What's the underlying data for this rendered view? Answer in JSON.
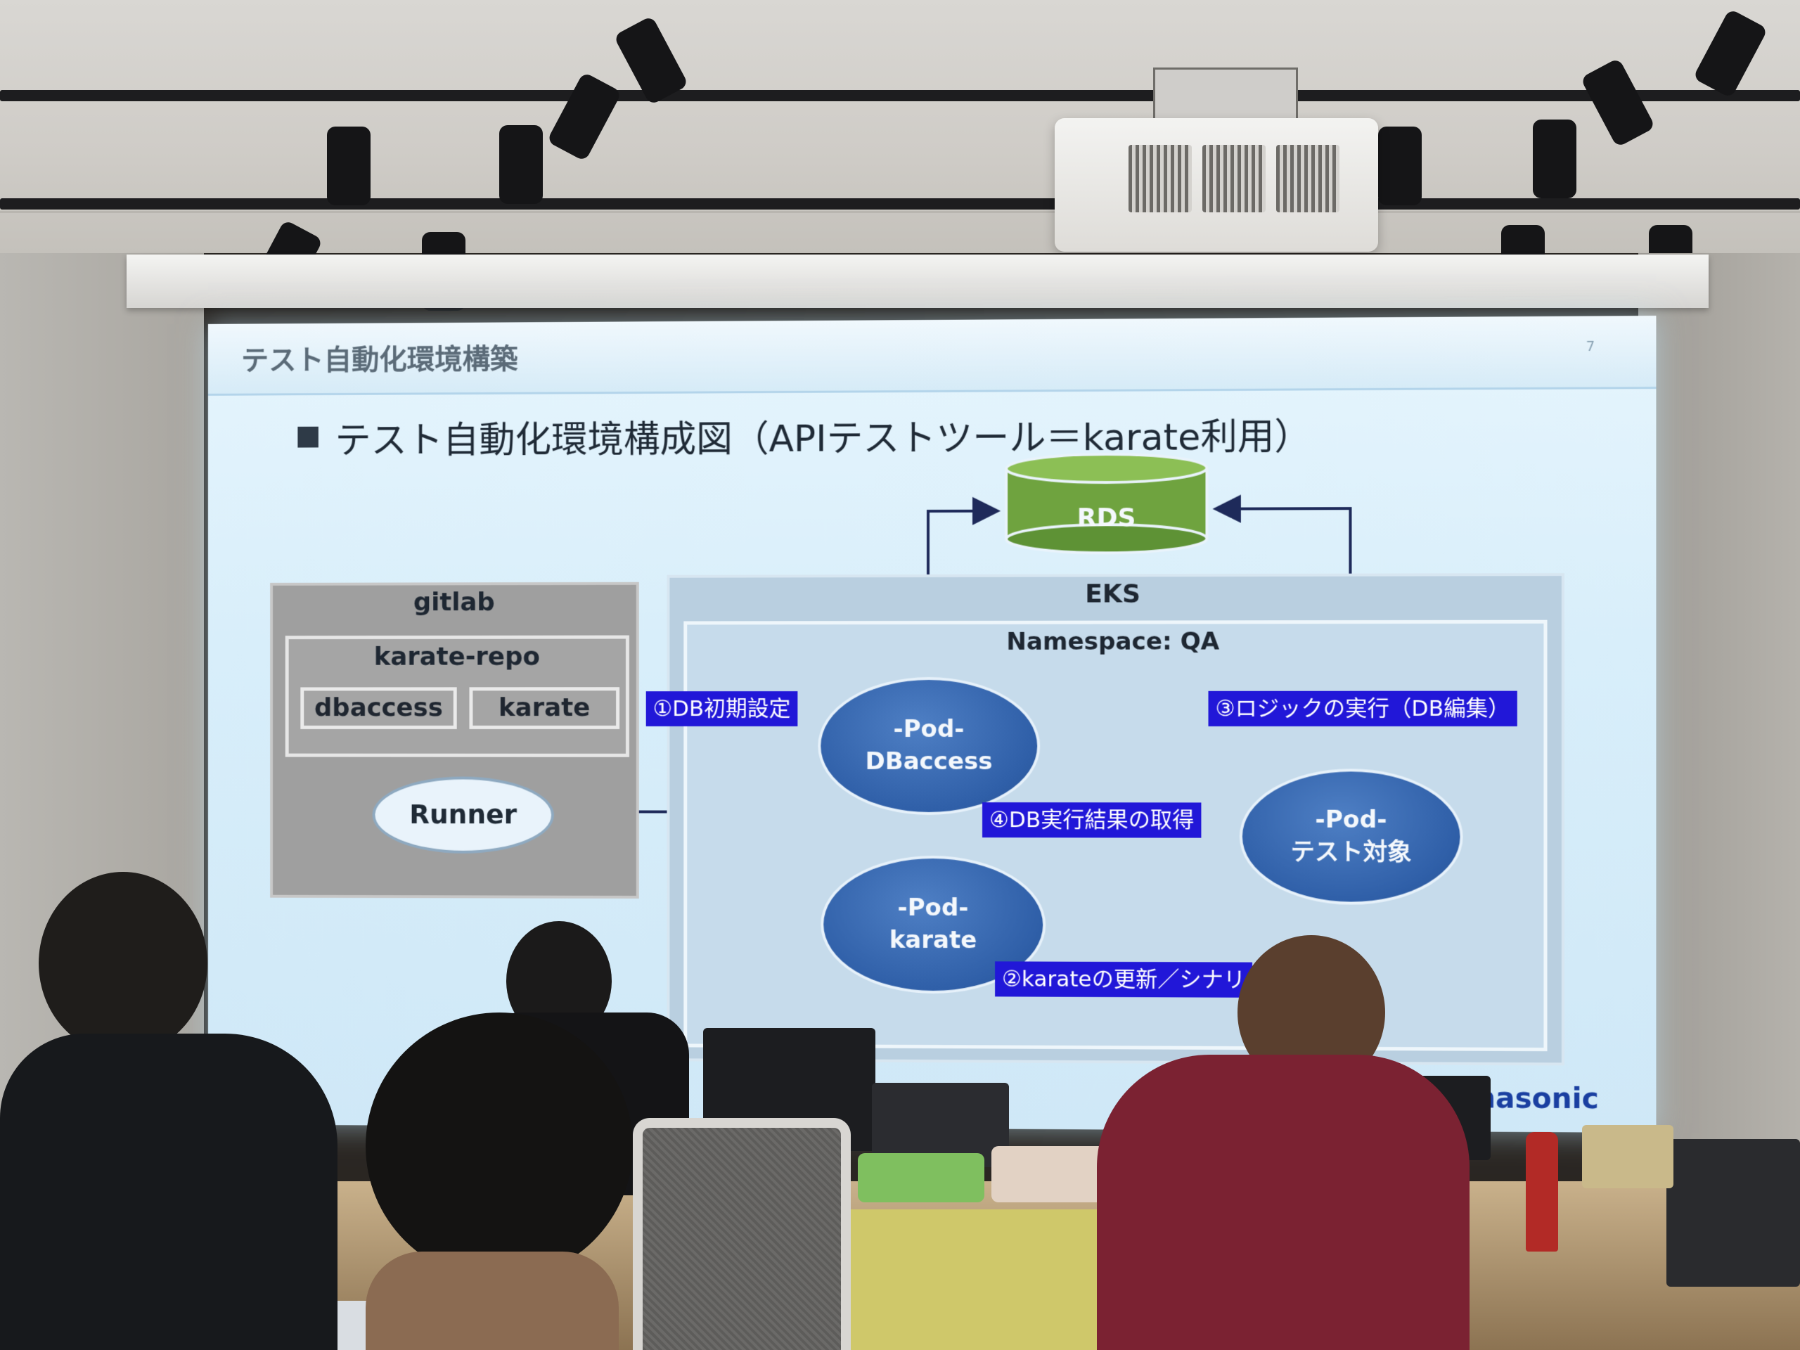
{
  "slide": {
    "header_title": "テスト自動化環境構築",
    "page_number": "7",
    "subtitle": "テスト自動化環境構成図（APIテストツール＝karate利用）",
    "brand": "Panasonic"
  },
  "diagram": {
    "gitlab": {
      "label": "gitlab",
      "repo_label": "karate-repo",
      "chips": [
        "dbaccess",
        "karate"
      ],
      "runner": "Runner"
    },
    "rds": "RDS",
    "eks": "EKS",
    "namespace": "Namespace: QA",
    "pods": {
      "dbaccess": [
        "-Pod-",
        "DBaccess"
      ],
      "karate": [
        "-Pod-",
        "karate"
      ],
      "target": [
        "-Pod-",
        "テスト対象"
      ]
    },
    "steps": [
      "①DB初期設定",
      "②karateの更新／シナリ",
      "③ロジックの実行（DB編集）",
      "④DB実行結果の取得"
    ]
  },
  "colors": {
    "slide_bg": "#d8eefa",
    "pod_blue": "#2f5fa8",
    "tag_blue": "#2117d8",
    "rds_green": "#6fa33f",
    "gitlab_gray": "#9f9f9f"
  }
}
